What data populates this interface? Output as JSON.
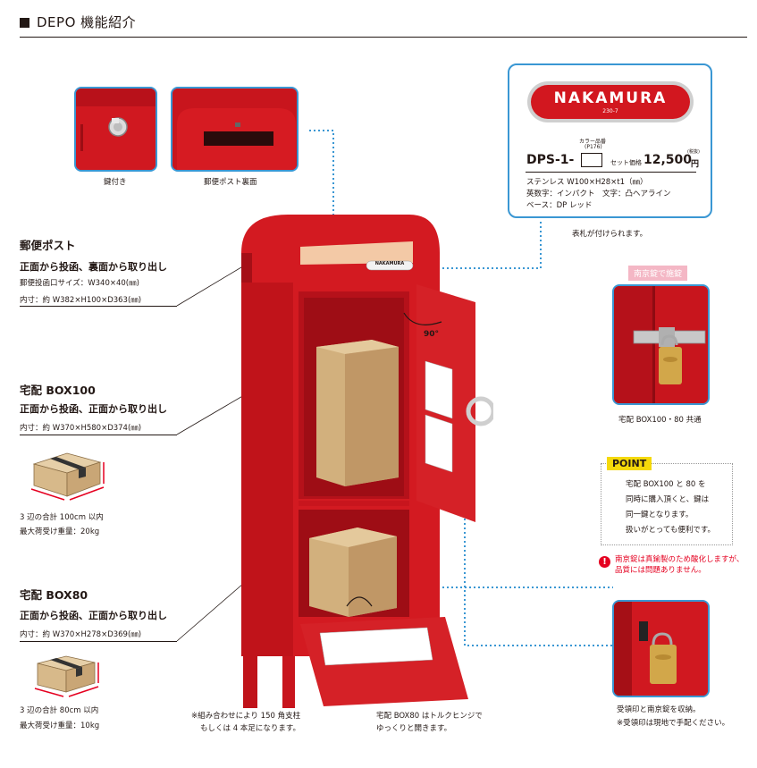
{
  "header": {
    "title": "DEPO 機能紹介"
  },
  "photos": {
    "lock_caption": "鍵付き",
    "back_caption": "郵便ポスト裏面",
    "padlock_caption": "宅配 BOX100・80 共通",
    "stamp_caption": "受領印と南京錠を収納。",
    "stamp_note": "※受領印は現地で手配ください。"
  },
  "nameplate": {
    "brand": "NAKAMURA",
    "brand_number": "230-7",
    "color_label": "カラー品番",
    "color_ref": "(P176)",
    "model": "DPS-1-",
    "set_price_label": "セット価格",
    "tax_label": "(税抜)",
    "price": "12,500",
    "yen": "円",
    "spec1": "ステンレス W100×H28×t1（㎜）",
    "spec2": "英数字：インパクト　文字：凸ヘアライン",
    "spec3": "ベース：DP レッド",
    "caption": "表札が付けられます。"
  },
  "post": {
    "title": "郵便ポスト",
    "subtitle": "正面から投函、裏面から取り出し",
    "line1": "郵便投函口サイズ：W340×40(㎜)",
    "line2": "内寸：約 W382×H100×D363(㎜)"
  },
  "box100": {
    "title": "宅配 BOX100",
    "subtitle": "正面から投函、正面から取り出し",
    "line1": "内寸：約 W370×H580×D374(㎜)",
    "note1": "3 辺の合計 100cm 以内",
    "note2": "最大荷受け重量：20kg"
  },
  "box80": {
    "title": "宅配 BOX80",
    "subtitle": "正面から投函、正面から取り出し",
    "line1": "内寸：約 W370×H278×D369(㎜)",
    "note1": "3 辺の合計 80cm 以内",
    "note2": "最大荷受け重量：10kg"
  },
  "illustration": {
    "plate_text": "NAKAMURA",
    "angle": "90°"
  },
  "bottom_notes": {
    "combo_1": "※組み合わせにより 150 角支柱",
    "combo_2": "もしくは 4 本足になります。",
    "hinge_1": "宅配 BOX80 はトルクヒンジで",
    "hinge_2": "ゆっくりと開きます。"
  },
  "padlock": {
    "label": "南京錠で施錠"
  },
  "point": {
    "label": "POINT",
    "line1": "宅配 BOX100 と 80 を",
    "line2": "同時に購入頂くと、鍵は",
    "line3": "同一鍵となります。",
    "line4": "扱いがとっても便利です。"
  },
  "warning": {
    "icon": "!",
    "line1": "南京錠は真鍮製のため酸化しますが、",
    "line2": "品質には問題ありません。"
  },
  "colors": {
    "red": "#c8151d",
    "blue": "#3a97d3",
    "accent_red": "#e50020",
    "yellow": "#f5d90a"
  }
}
